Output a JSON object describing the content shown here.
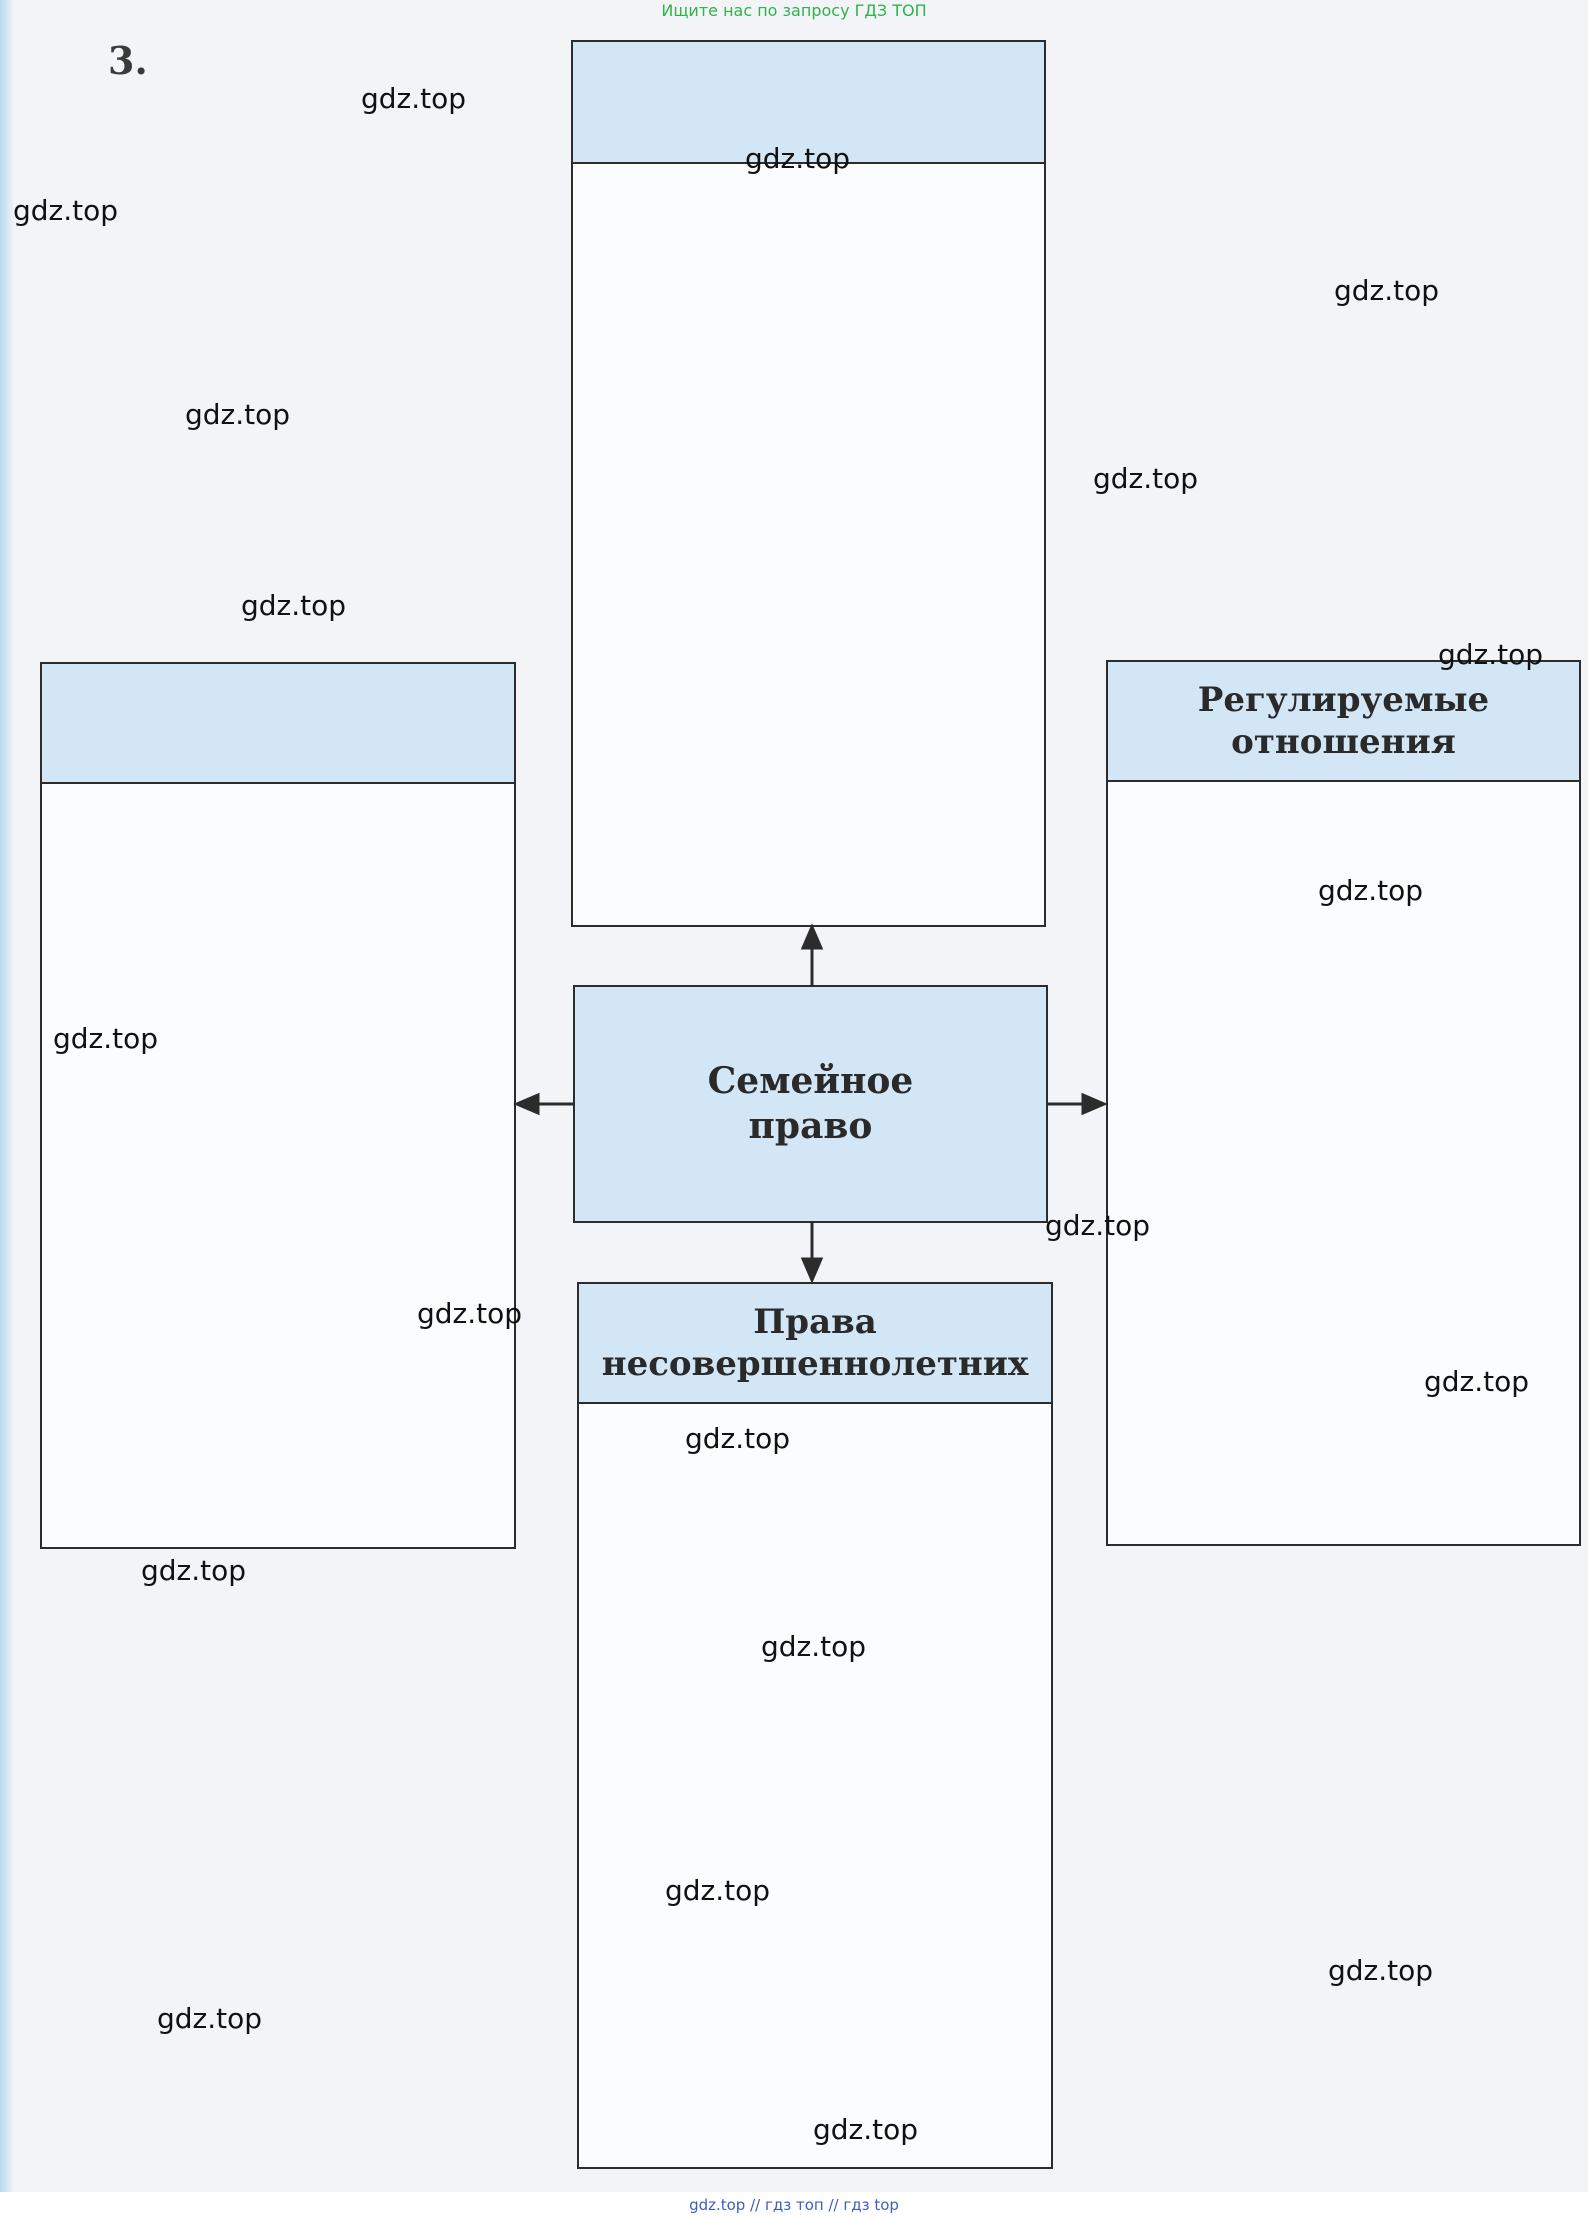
{
  "banner": "Ищите нас по запросу ГДЗ ТОП",
  "footer": "gdz.top  //  гдз топ  //  гдз top",
  "task_number": "3.",
  "diagram": {
    "center": {
      "line1": "Семейное",
      "line2": "право"
    },
    "top_box": {
      "header": ""
    },
    "left_box": {
      "header": ""
    },
    "right_box": {
      "line1": "Регулируемые",
      "line2": "отношения"
    },
    "bottom_box": {
      "line1": "Права",
      "line2": "несовершеннолетних"
    }
  },
  "watermark": "gdz.top",
  "colors": {
    "header_fill": "#d3e6f5",
    "border": "#2c2c2c",
    "banner_green": "#2fb34a",
    "footer_blue": "#3a5fc0"
  }
}
